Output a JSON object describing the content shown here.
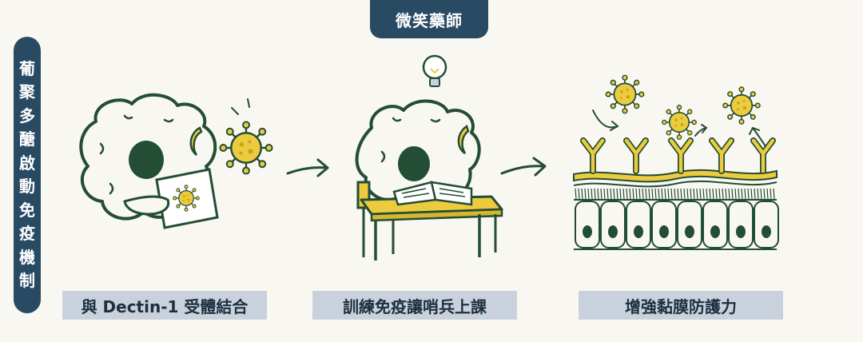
{
  "brand": "微笑藥師",
  "side_title": "葡聚多醣啟動免疫機制",
  "steps": [
    {
      "caption": "與 Dectin-1 受體結合"
    },
    {
      "caption": "訓練免疫讓哨兵上課"
    },
    {
      "caption": "增強黏膜防護力"
    }
  ],
  "icons": {
    "step1": [
      "immune-cell-icon",
      "virus-icon",
      "card-icon"
    ],
    "step2": [
      "lightbulb-icon",
      "immune-cell-icon",
      "book-icon",
      "desk-icon"
    ],
    "step3": [
      "virus-icon",
      "antibody-icon",
      "mucosa-icon"
    ],
    "arrows": [
      "arrow-right-icon",
      "arrow-right-icon"
    ]
  },
  "colors": {
    "navy": "#284a63",
    "green": "#234d35",
    "yellow": "#eccb3e",
    "caption_bg": "#c9d2dc",
    "background": "#f9f7f1"
  }
}
